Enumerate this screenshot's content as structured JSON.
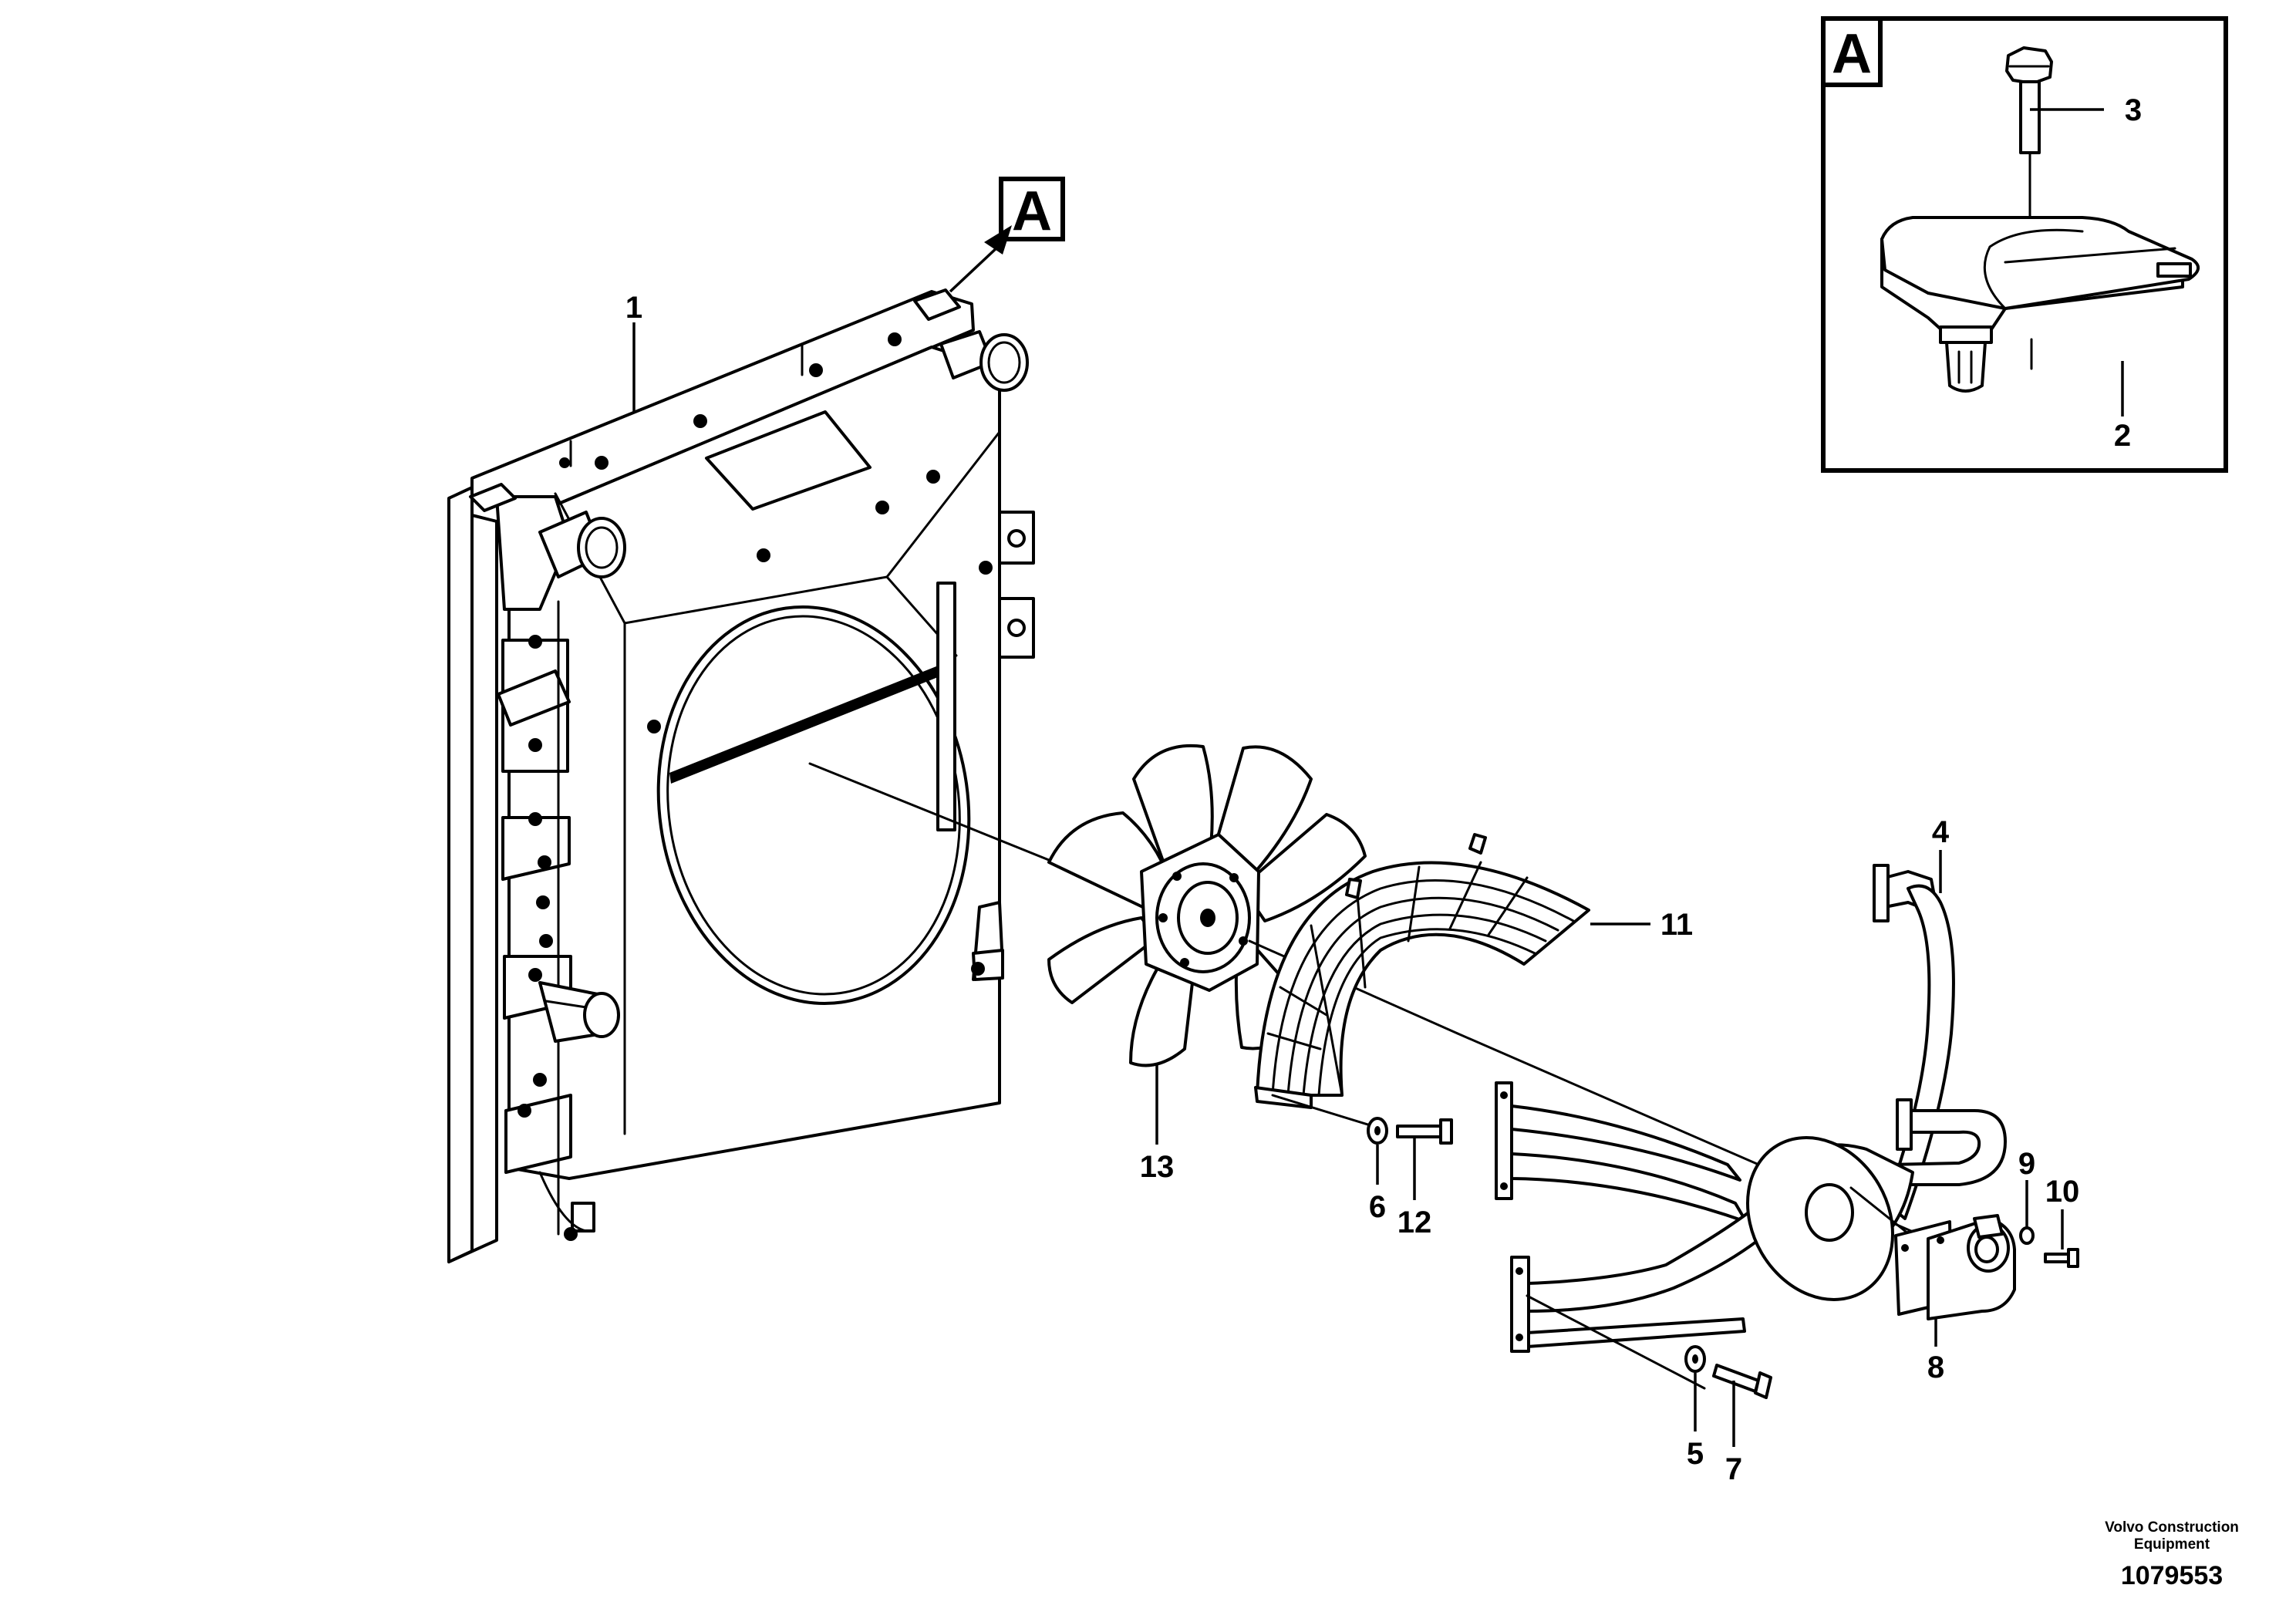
{
  "view_marker": "A",
  "detail_marker": "A",
  "callouts": [
    "1",
    "2",
    "3",
    "4",
    "5",
    "6",
    "7",
    "8",
    "9",
    "10",
    "11",
    "12",
    "13"
  ],
  "credit": {
    "line1": "Volvo Construction",
    "line2": "Equipment"
  },
  "drawing_number": "1079553"
}
